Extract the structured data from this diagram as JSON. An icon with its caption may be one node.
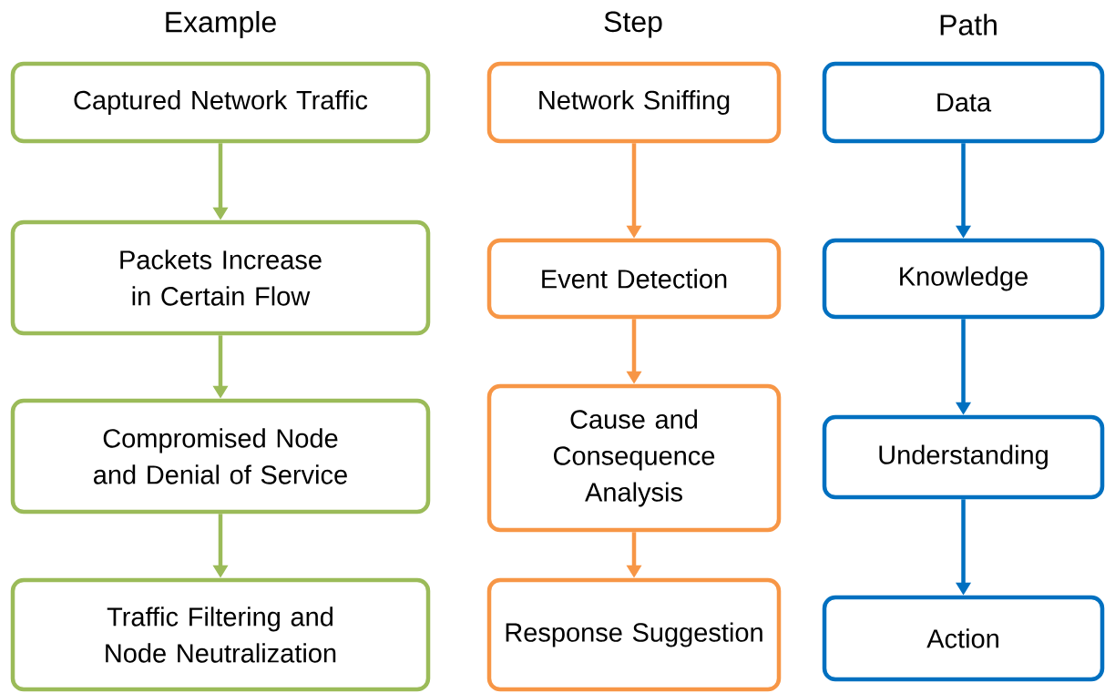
{
  "diagram": {
    "nodes": [
      {
        "text": [
          "Captured Network Traffic"
        ]
      },
      {
        "text": [
          "Packets Increase in Certain Flow"
        ]
      },
      {
        "text": [
          "Compromised Node and Denial of Service"
        ]
      },
      {
        "text": [
          "Traffic Filtering and Node Neutralization"
        ]
      },
      {
        "text": [
          "Network Sniffing"
        ]
      },
      {
        "text": [
          "Event Detection"
        ]
      },
      {
        "text": [
          "Cause and Consequence Analysis"
        ]
      },
      {
        "text": [
          "Response Suggestion"
        ]
      },
      {
        "text": [
          "Data"
        ]
      },
      {
        "text": [
          "Knowledge"
        ]
      },
      {
        "text": [
          "Understanding"
        ]
      },
      {
        "text": [
          "Action"
        ]
      }
    ],
    "edges": [
      {
        "from": 0,
        "to": 1,
        "arrow": "to",
        "color": "#9bbb59"
      },
      {
        "from": 1,
        "to": 2,
        "arrow": "to",
        "color": "#9bbb59"
      },
      {
        "from": 2,
        "to": 3,
        "arrow": "to",
        "color": "#9bbb59"
      },
      {
        "from": 4,
        "to": 5,
        "arrow": "to",
        "color": "#f79646"
      },
      {
        "from": 5,
        "to": 6,
        "arrow": "to",
        "color": "#f79646"
      },
      {
        "from": 6,
        "to": 7,
        "arrow": "to",
        "color": "#f79646"
      },
      {
        "from": 8,
        "to": 9,
        "arrow": "to",
        "color": "#0070c0"
      },
      {
        "from": 9,
        "to": 10,
        "arrow": "to",
        "color": "#0070c0"
      },
      {
        "from": 10,
        "to": 11,
        "arrow": "to",
        "color": "#0070c0"
      }
    ],
    "labels": [
      "Example",
      "Step",
      "Path"
    ]
  }
}
